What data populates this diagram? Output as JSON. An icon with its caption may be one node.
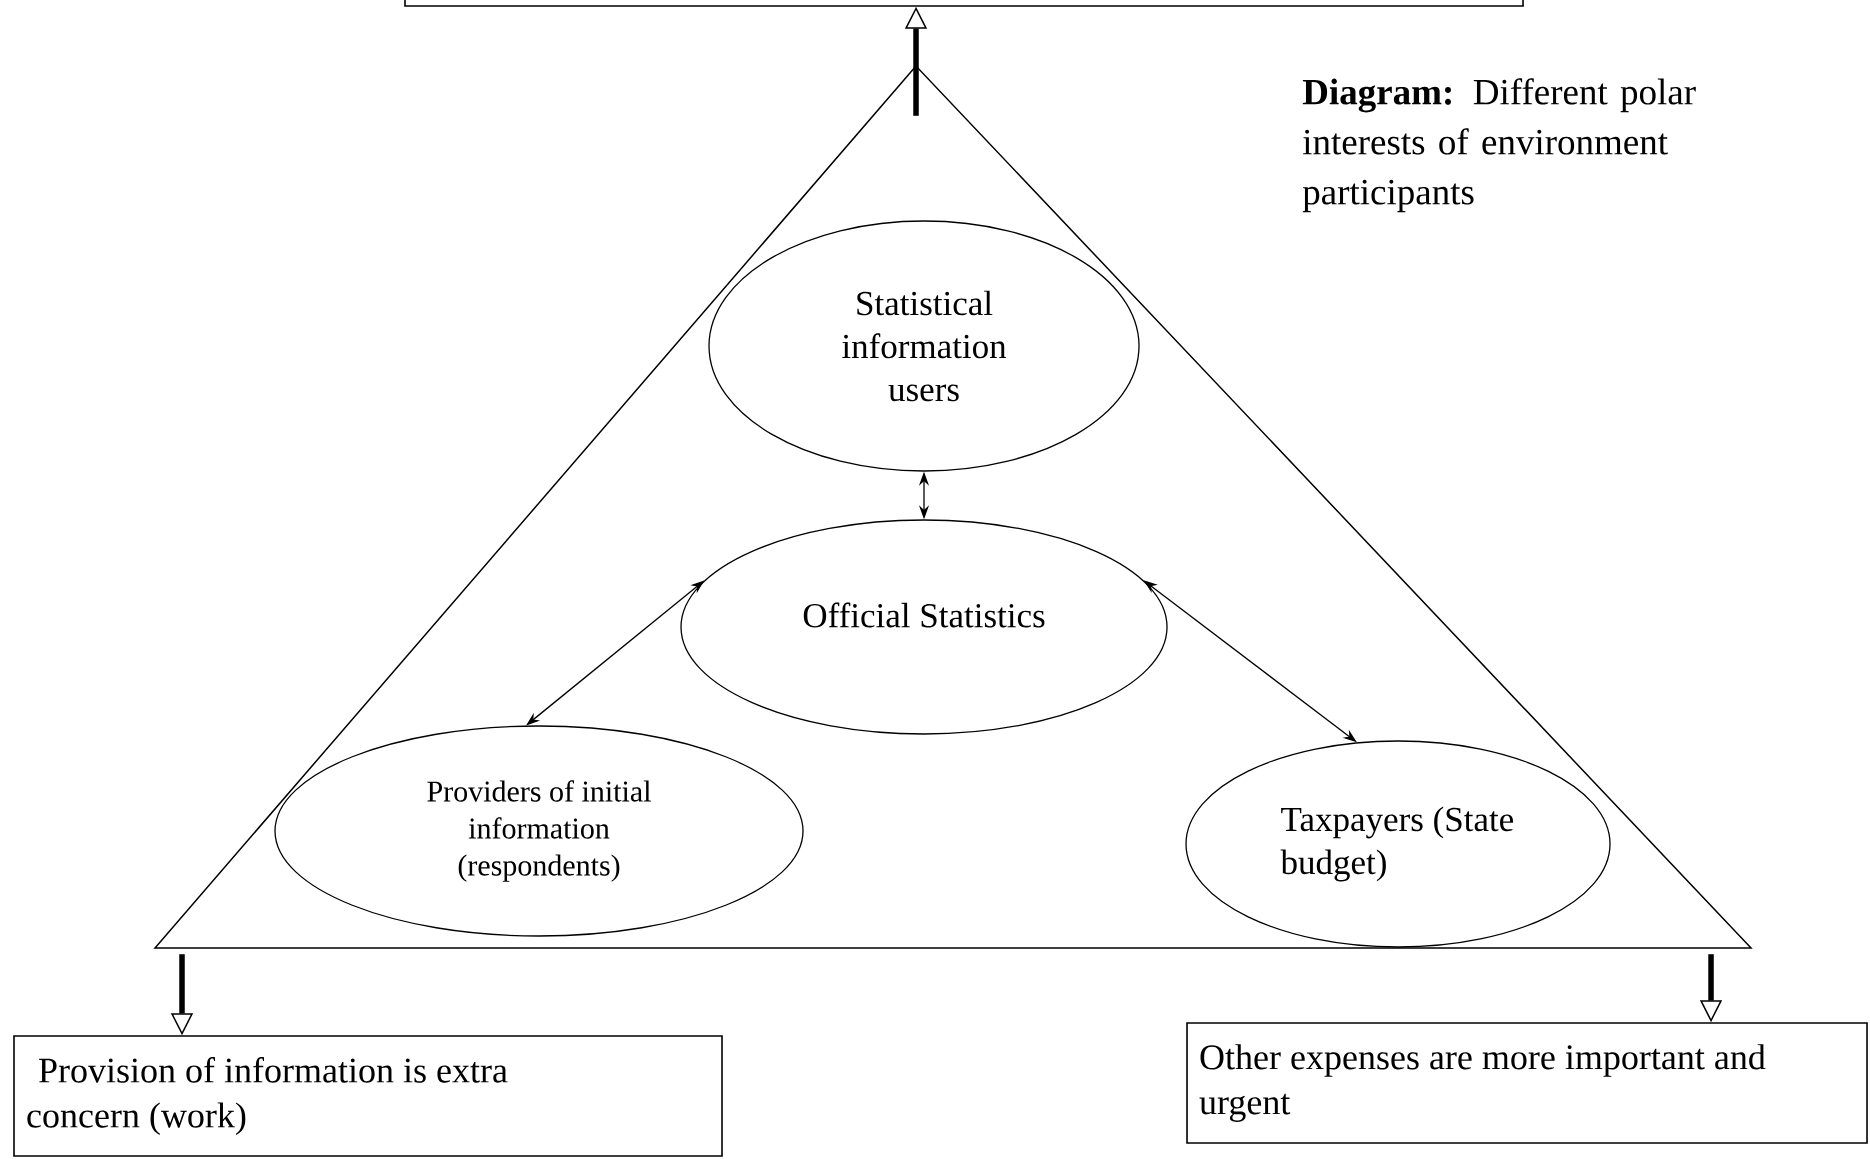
{
  "diagram": {
    "caption": "**Diagram:** Different polar interests of environment participants",
    "nodes": [
      {
        "text": [],
        "shape": "box"
      },
      {
        "text": [],
        "shape": "triangle"
      },
      {
        "text": [
          "Statistical information users"
        ],
        "in": 1
      },
      {
        "text": [
          "Official Statistics"
        ],
        "in": 1
      },
      {
        "text": [
          "Providers of initial information (respondents)"
        ],
        "in": 1
      },
      {
        "text": [
          "Taxpayers (State budget)"
        ],
        "in": 1
      },
      {
        "text": [
          "Provision of information is extra concern (work)"
        ]
      },
      {
        "text": [
          "Other expenses are more important and urgent"
        ]
      }
    ],
    "edges": [
      {
        "from": 1,
        "to": 0,
        "arrow": "to",
        "style": "thick"
      },
      {
        "from": 2,
        "to": 3,
        "arrow": "both"
      },
      {
        "from": 3,
        "to": 4,
        "arrow": "both"
      },
      {
        "from": 3,
        "to": 5,
        "arrow": "both"
      },
      {
        "from": 1,
        "to": 6,
        "arrow": "to",
        "style": "thick"
      },
      {
        "from": 1,
        "to": 7,
        "arrow": "to",
        "style": "thick"
      }
    ]
  }
}
